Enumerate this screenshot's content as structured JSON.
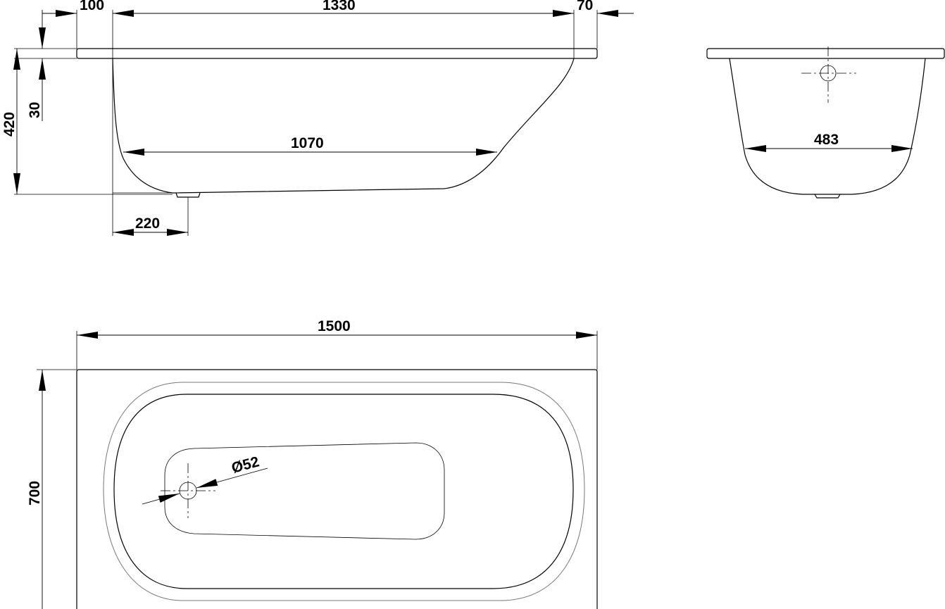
{
  "drawing": {
    "side_view": {
      "dims": {
        "rim_left": "100",
        "inner_top": "1330",
        "rim_right": "70",
        "height": "420",
        "rim_thickness": "30",
        "bottom_length": "1070",
        "drain_offset": "220"
      }
    },
    "end_view": {
      "dims": {
        "bottom_width": "483"
      }
    },
    "top_view": {
      "dims": {
        "length": "1500",
        "width": "700",
        "drain_diameter": "Ø52"
      }
    }
  }
}
